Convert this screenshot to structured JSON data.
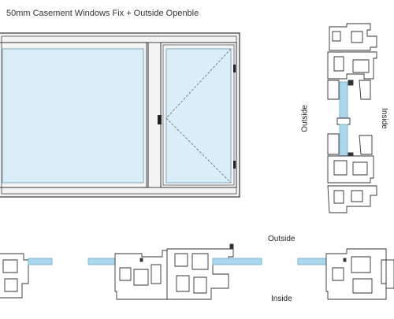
{
  "title": "50mm Casement Windows Fix + Outside Openble",
  "section_labels": {
    "vertical_outside": "Outside",
    "vertical_inside": "Inside",
    "horizontal_outside": "Outside",
    "horizontal_inside": "Inside"
  },
  "colors": {
    "frame_stroke": "#333333",
    "glass": "#d9eef9",
    "glass_edge": "#7fb2cf",
    "glass_section": "#a9d7ec",
    "gasket": "#888888"
  },
  "icons": {
    "hinge": "hinge-icon",
    "handle": "handle-icon"
  }
}
